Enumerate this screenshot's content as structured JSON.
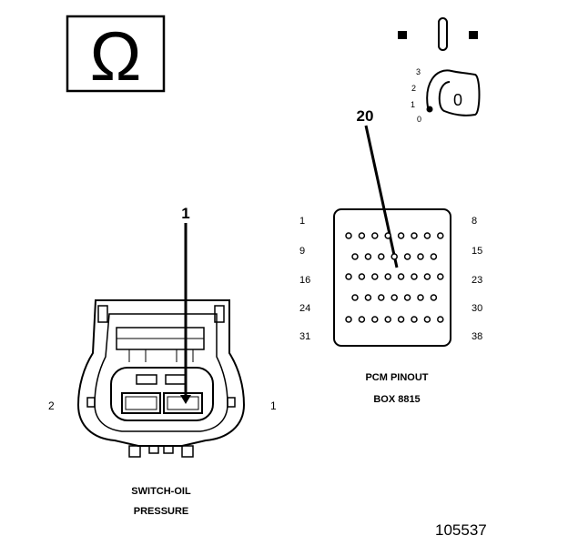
{
  "ohm_symbol": "Ω",
  "ignition": {
    "positions": [
      "3",
      "2",
      "1",
      "0"
    ],
    "key_position": "0"
  },
  "callouts": {
    "pin_20": "20",
    "pin_1": "1"
  },
  "pcm": {
    "row_labels_left": [
      "1",
      "9",
      "16",
      "24",
      "31"
    ],
    "row_labels_right": [
      "8",
      "15",
      "23",
      "30",
      "38"
    ],
    "row_counts": [
      8,
      7,
      8,
      7,
      8
    ],
    "title_line1": "PCM PINOUT",
    "title_line2": "BOX 8815"
  },
  "connector": {
    "pin_left": "2",
    "pin_right": "1",
    "title_line1": "SWITCH-OIL",
    "title_line2": "PRESSURE"
  },
  "figure_number": "105537"
}
